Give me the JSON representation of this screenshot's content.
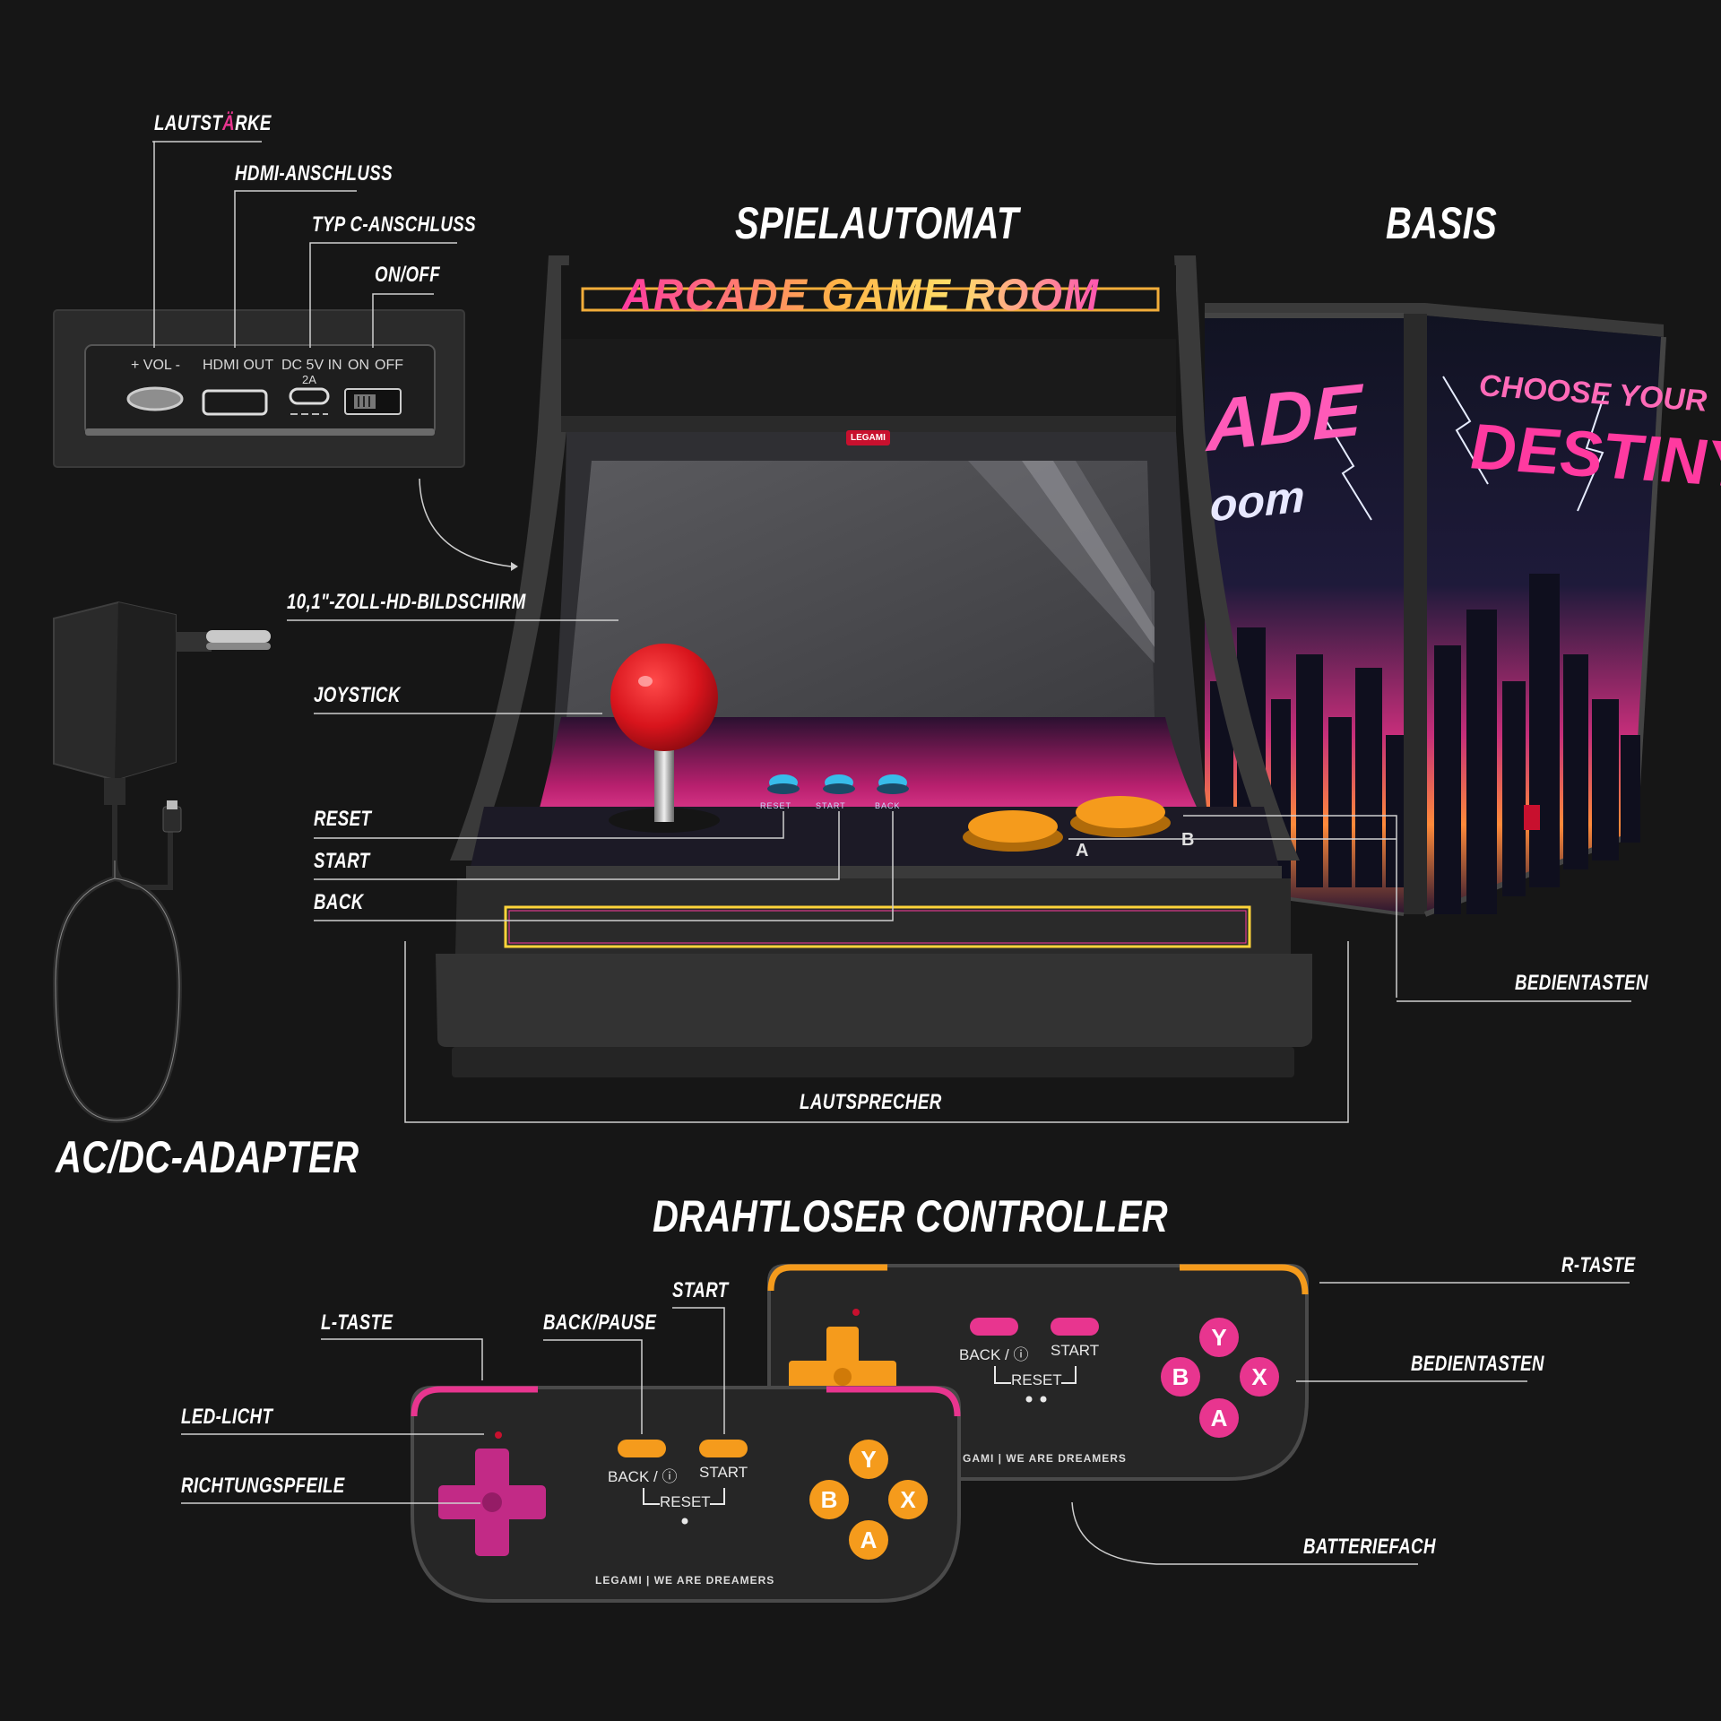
{
  "titles": {
    "arcade": "SPIELAUTOMAT",
    "base": "BASIS",
    "adapter": "AC/DC-ADAPTER",
    "controller": "DRAHTLOSER CONTROLLER"
  },
  "callouts": {
    "volume_pre": "LAUTST",
    "volume_accent": "Ä",
    "volume_post": "RKE",
    "hdmi": "HDMI-ANSCHLUSS",
    "typec": "TYP C-ANSCHLUSS",
    "onoff": "ON/OFF",
    "screen": "10,1\"-ZOLL-HD-BILDSCHIRM",
    "joystick": "JOYSTICK",
    "reset": "RESET",
    "start": "START",
    "back": "BACK",
    "speaker": "LAUTSPRECHER",
    "control_buttons": "BEDIENTASTEN",
    "r_button": "R-TASTE",
    "l_button": "L-TASTE",
    "back_pause": "BACK/PAUSE",
    "ctrl_start": "START",
    "led": "LED-LICHT",
    "dpad": "RICHTUNGSPFEILE",
    "ctrl_buttons": "BEDIENTASTEN",
    "battery": "BATTERIEFACH"
  },
  "ports": {
    "vol": "+ VOL -",
    "hdmi": "HDMI OUT",
    "dc_line1": "DC 5V IN",
    "dc_line2": "2A",
    "on": "ON",
    "off": "OFF"
  },
  "arcade": {
    "marquee": "ARCADE GAME ROOM",
    "logo": "LEGAMI",
    "btn_reset": "RESET",
    "btn_start": "START",
    "btn_back": "BACK",
    "btn_a": "A",
    "btn_b": "B"
  },
  "base_art": {
    "left_fragment": "ADE",
    "left_fragment2": "oom",
    "right_line1": "CHOOSE YOUR",
    "right_line2": "DESTINY"
  },
  "controller": {
    "back_label": "BACK / ⓘ",
    "start_label": "START",
    "reset_label": "RESET",
    "brand": "LEGAMI | WE ARE DREAMERS",
    "brand_partial": "GAMI | WE ARE DREAMERS",
    "y": "Y",
    "x": "X",
    "b": "B",
    "a": "A"
  },
  "colors": {
    "background": "#161616",
    "accent_pink": "#e8358f",
    "accent_orange": "#f59b1c",
    "joystick_red": "#d8141c",
    "neon_yellow": "#ffd43a"
  }
}
